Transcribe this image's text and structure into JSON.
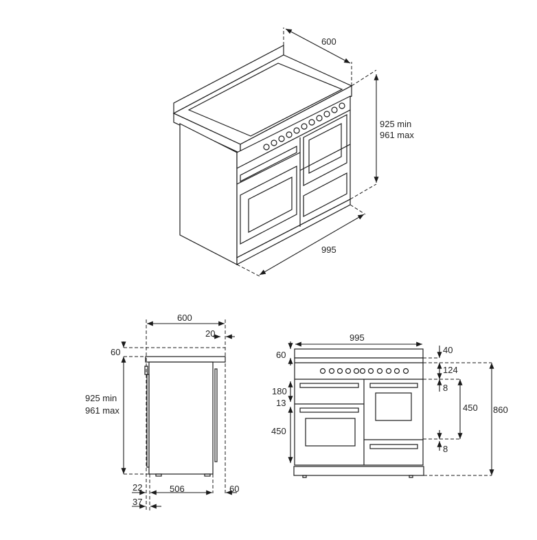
{
  "colors": {
    "line": "#1a1a1a",
    "background": "#ffffff"
  },
  "perspective_view": {
    "depth": "600",
    "height_min": "925 min",
    "height_max": "961 max",
    "width": "995"
  },
  "side_view": {
    "depth": "600",
    "top_overhang": "20",
    "worktop": "60",
    "height_min": "925 min",
    "height_max": "961 max",
    "front_offset": "22",
    "body_depth": "506",
    "rear_offset": "60",
    "handle_depth": "37"
  },
  "front_view": {
    "width": "995",
    "worktop": "60",
    "top_edge": "40",
    "control_panel": "124",
    "gap_top": "8",
    "right_oven": "450",
    "gap_bottom": "8",
    "body_height": "860",
    "top_drawer": "180",
    "drawer_gap": "13",
    "left_oven": "450"
  }
}
